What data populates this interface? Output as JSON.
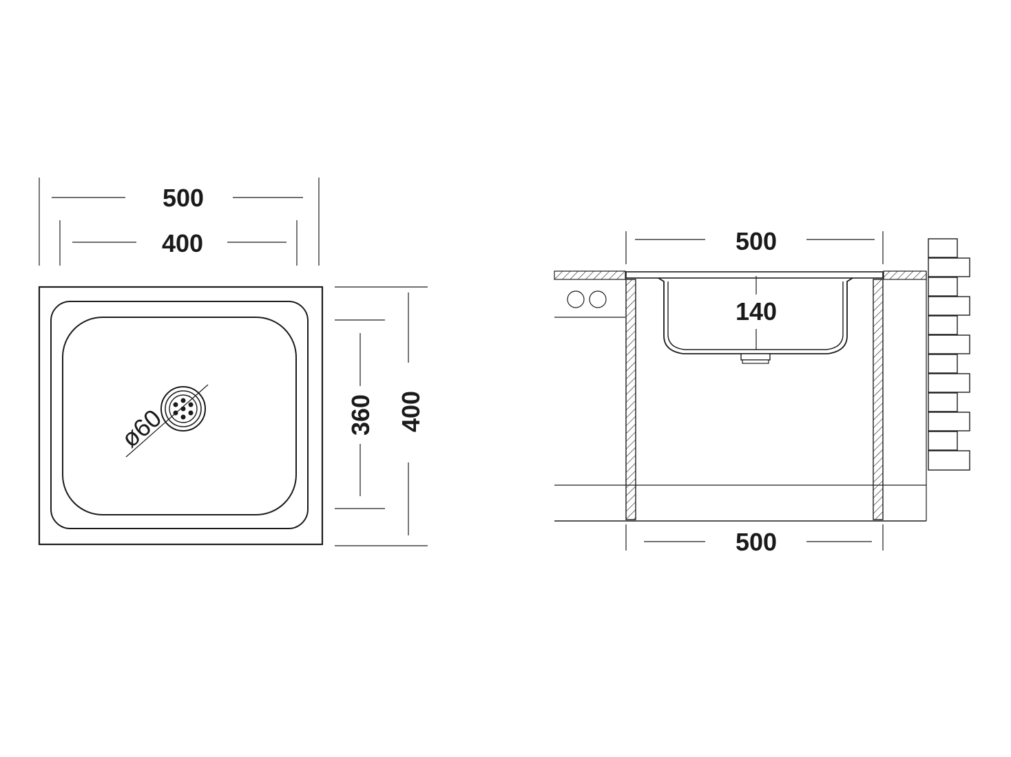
{
  "top_view": {
    "width_outer": "500",
    "width_inner": "400",
    "depth_inner": "360",
    "depth_outer": "400",
    "drain_diameter": "ø60"
  },
  "side_view": {
    "top_width": "500",
    "bowl_depth": "140",
    "bottom_width": "500"
  }
}
